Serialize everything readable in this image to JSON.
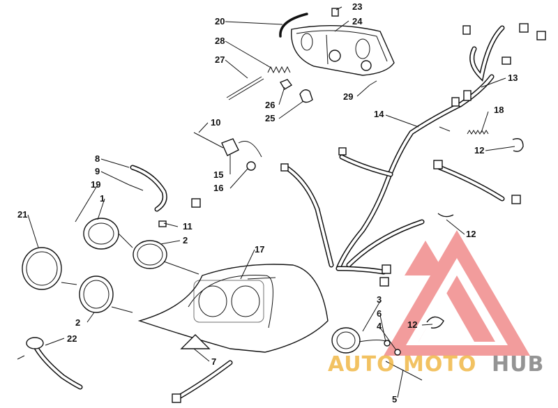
{
  "callouts": {
    "n1": "1",
    "n2a": "2",
    "n2b": "2",
    "n3": "3",
    "n4": "4",
    "n5": "5",
    "n6": "6",
    "n7": "7",
    "n8": "8",
    "n9": "9",
    "n10": "10",
    "n11": "11",
    "n12a": "12",
    "n12b": "12",
    "n12c": "12",
    "n13": "13",
    "n14": "14",
    "n15": "15",
    "n16": "16",
    "n17": "17",
    "n18": "18",
    "n19": "19",
    "n20": "20",
    "n21": "21",
    "n22": "22",
    "n23": "23",
    "n24": "24",
    "n25": "25",
    "n26": "26",
    "n27": "27",
    "n28": "28",
    "n29": "29"
  },
  "watermark": {
    "auto": "AUTO",
    "moto": "MOTO",
    "hub": "HUB",
    "color_primary": "#f0b43c",
    "color_secondary": "#7a7a7a",
    "triangle_color": "#e94d4d"
  }
}
